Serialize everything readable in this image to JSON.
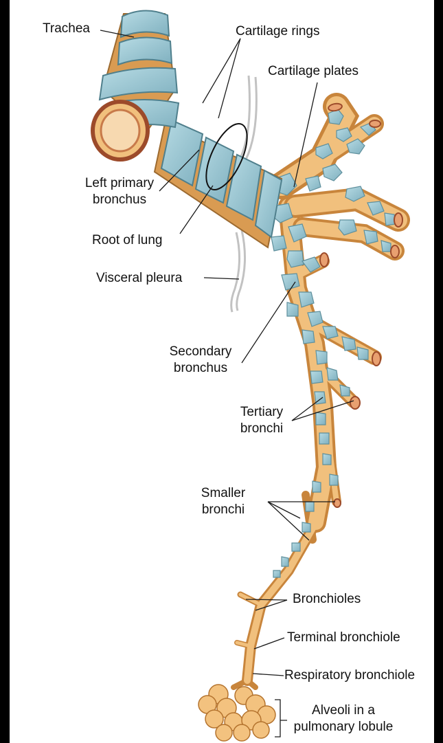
{
  "labels": {
    "trachea": "Trachea",
    "cartilage_rings": "Cartilage rings",
    "cartilage_plates": "Cartilage plates",
    "left_primary_bronchus": [
      "Left primary",
      "bronchus"
    ],
    "root_of_lung": "Root of lung",
    "visceral_pleura": "Visceral pleura",
    "secondary_bronchus": [
      "Secondary",
      "bronchus"
    ],
    "tertiary_bronchi": [
      "Tertiary",
      "bronchi"
    ],
    "smaller_bronchi": [
      "Smaller",
      "bronchi"
    ],
    "bronchioles": "Bronchioles",
    "terminal_bronchiole": "Terminal  bronchiole",
    "respiratory_bronchiole": "Respiratory bronchiole",
    "alveoli": [
      "Alveoli in a",
      "pulmonary lobule"
    ]
  },
  "colors": {
    "cartilage": "#9ec8d3",
    "cartilage_edge": "#5e8f9c",
    "tissue": "#e9b36c",
    "tissue_edge": "#b4732e",
    "pleura": "#c7c7c7",
    "background": "#ffffff",
    "frame": "#000000",
    "leader": "#1a1a1a"
  }
}
